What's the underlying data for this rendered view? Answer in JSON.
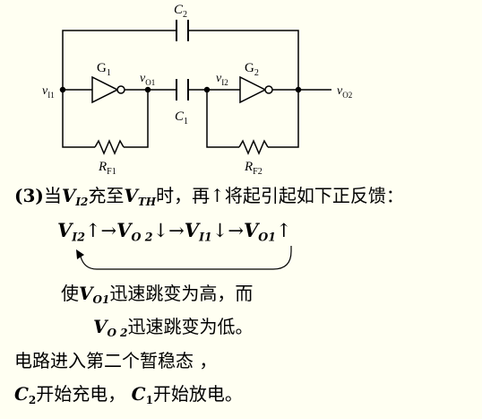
{
  "circuit": {
    "c2": {
      "main": "C",
      "sub": "2"
    },
    "c1": {
      "main": "C",
      "sub": "1"
    },
    "g1": {
      "main": "G",
      "sub": "1"
    },
    "g2": {
      "main": "G",
      "sub": "2"
    },
    "vi1": {
      "main": "v",
      "sub": "I1"
    },
    "vo1": {
      "main": "v",
      "sub": "O1"
    },
    "vi2": {
      "main": "v",
      "sub": "I2"
    },
    "vo2": {
      "main": "v",
      "sub": "O2"
    },
    "rf1": {
      "main": "R",
      "sub": "F1"
    },
    "rf2": {
      "main": "R",
      "sub": "F2"
    }
  },
  "text": {
    "line1": {
      "num": "(3)",
      "t1": "当",
      "v1": "V",
      "v1sub": "I2",
      "t2": "充至",
      "v2": "V",
      "v2sub": "TH",
      "t3": "时，再",
      "arrow": "↑",
      "t4": "将起引起如下正反馈："
    },
    "chain": {
      "a": "V",
      "asub": "I2",
      "aarr": "↑→",
      "b": "V",
      "bsub": "O 2",
      "barr": "↓→",
      "c": "V",
      "csub": "I1",
      "carr": "↓→",
      "d": "V",
      "dsub": "O1",
      "darr": "↑"
    },
    "line3": {
      "t1": "使",
      "v": "V",
      "vsub": "O1",
      "t2": "迅速跳变为高，而"
    },
    "line4": {
      "v": "V",
      "vsub": "O 2",
      "t": "迅速跳变为低。"
    },
    "line5": {
      "t": "电路进入第二个暂稳态 ，"
    },
    "line6": {
      "a": "C",
      "asub": "2",
      "t1": "开始充电，",
      "b": "C",
      "bsub": "1",
      "t2": "开始放电。"
    }
  },
  "colors": {
    "background": "#fffff2",
    "ink": "#000000"
  }
}
